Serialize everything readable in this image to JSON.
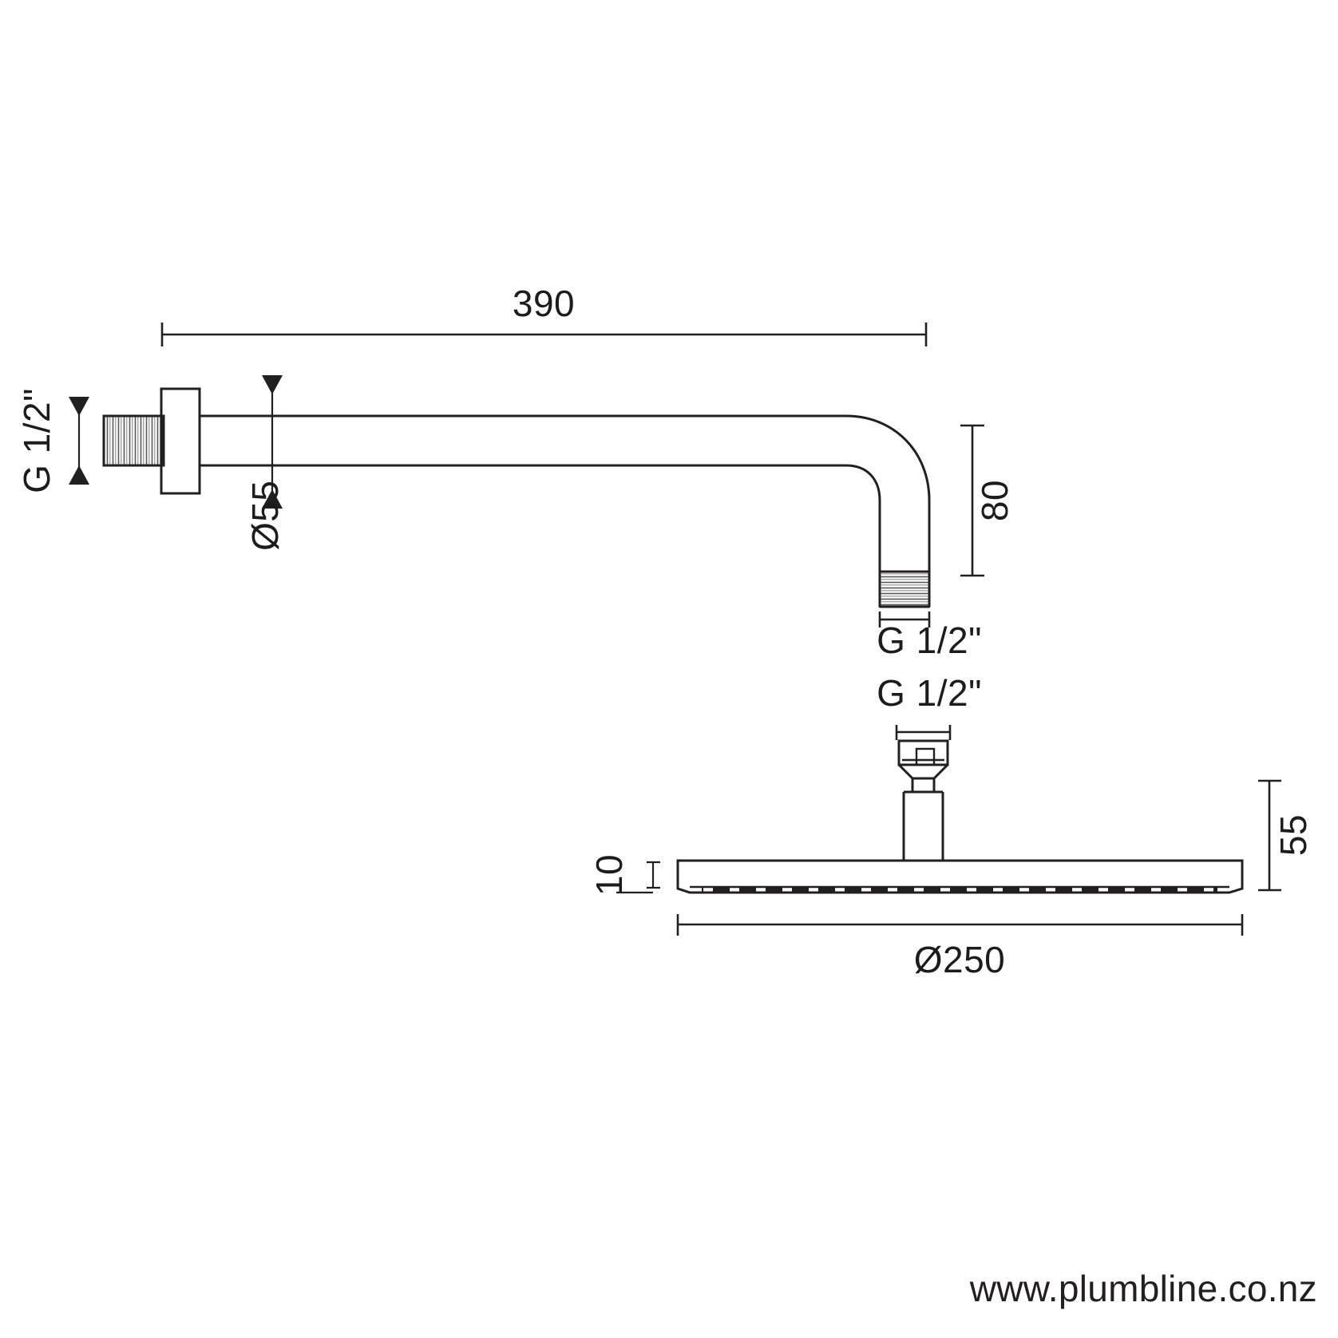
{
  "document": {
    "type": "technical-dimension-drawing",
    "subject": "Wall mounted shower arm and round rain shower head",
    "units": "mm"
  },
  "dimensions": {
    "arm_length": "390",
    "wall_inlet_thread": "G 1/2\"",
    "flange_diameter": "Ø55",
    "drop_height": "80",
    "outlet_thread": "G 1/2\"",
    "head_inlet_thread": "G 1/2\"",
    "head_thickness": "10",
    "head_assembly_height": "55",
    "head_diameter": "Ø250"
  },
  "footer": {
    "url": "www.plumbline.co.nz"
  },
  "colors": {
    "line": "#231f20",
    "text": "#1c1c1c",
    "background": "#ffffff",
    "hatch": "#58585a"
  }
}
